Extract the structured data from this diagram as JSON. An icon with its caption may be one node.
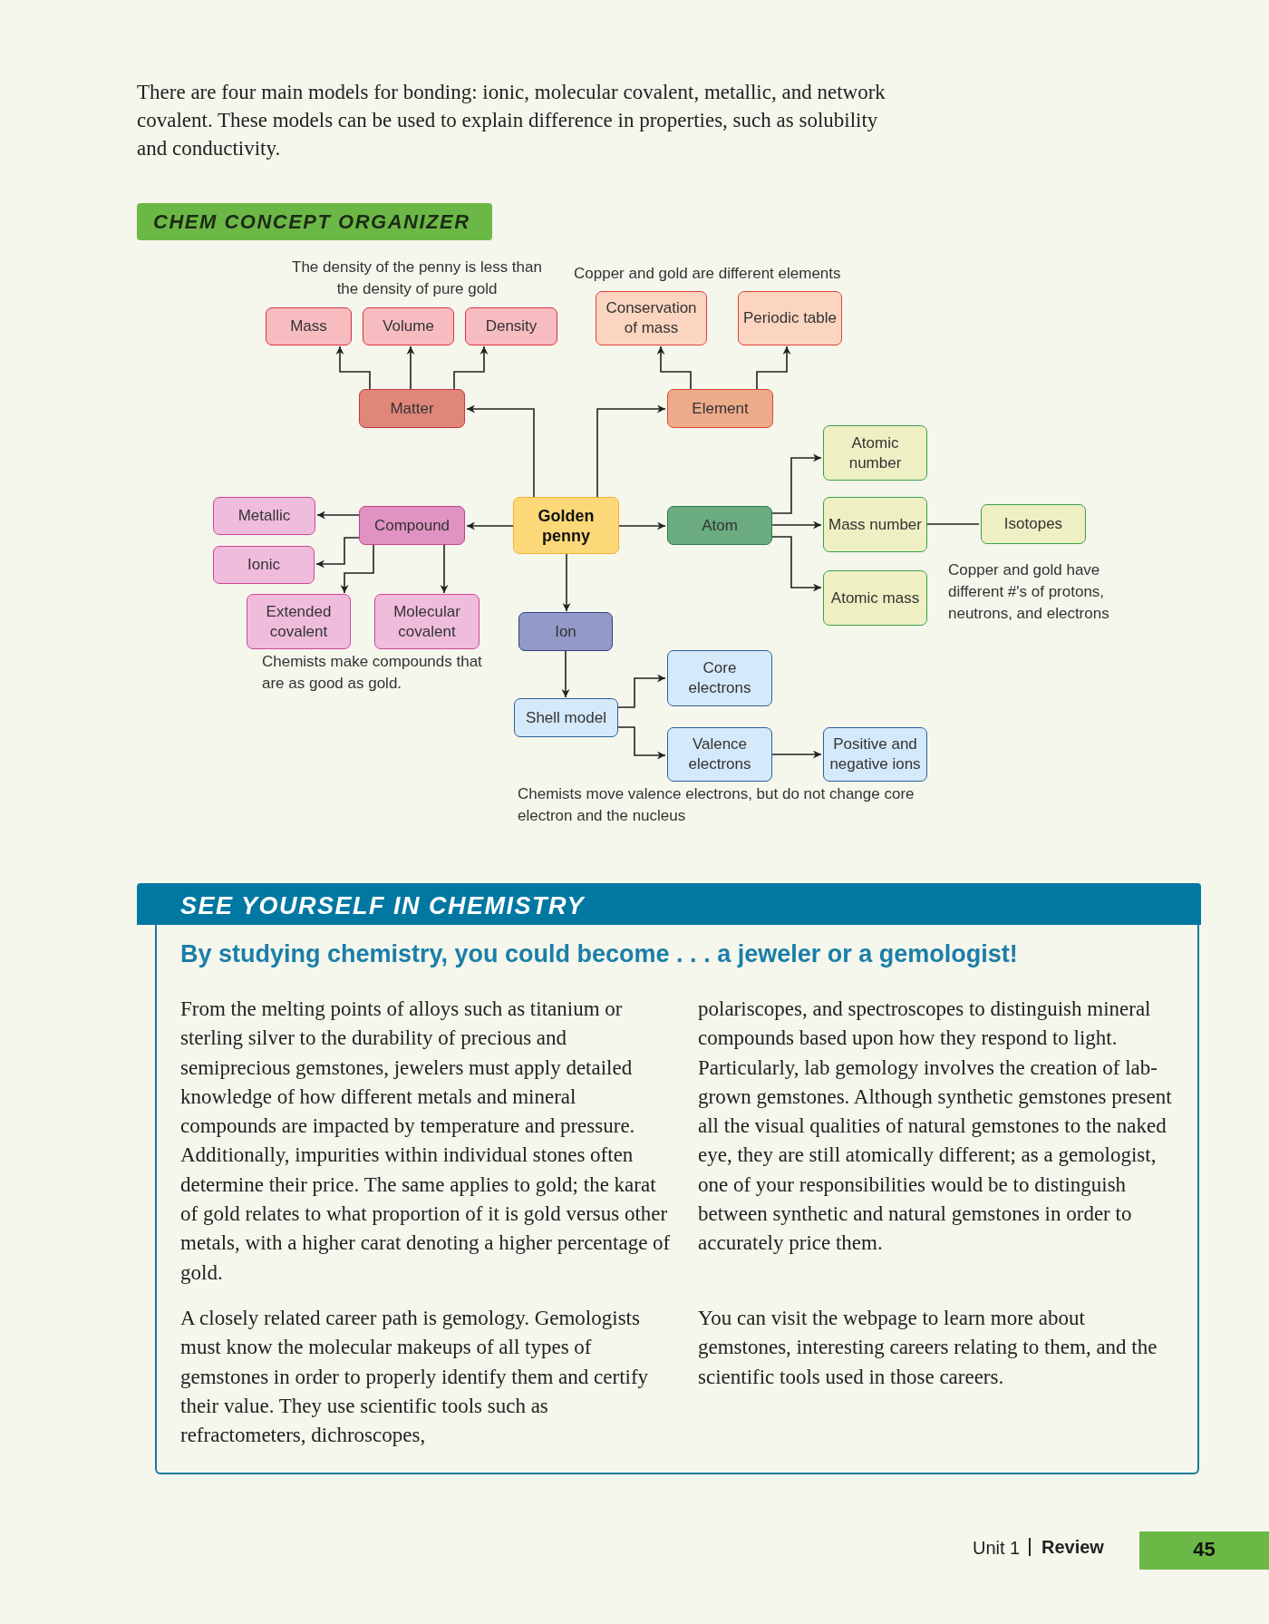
{
  "diagram": {
    "title": "CHEM CONCEPT ORGANIZER",
    "nodes": [
      {
        "text": [
          "Golden penny"
        ]
      },
      {
        "text": [
          "Matter"
        ]
      },
      {
        "text": [
          "Mass"
        ]
      },
      {
        "text": [
          "Volume"
        ]
      },
      {
        "text": [
          "Density"
        ]
      },
      {
        "text": [
          "Element"
        ]
      },
      {
        "text": [
          "Conservation of mass"
        ]
      },
      {
        "text": [
          "Periodic table"
        ]
      },
      {
        "text": [
          "Compound"
        ]
      },
      {
        "text": [
          "Metallic"
        ]
      },
      {
        "text": [
          "Ionic"
        ]
      },
      {
        "text": [
          "Extended covalent"
        ]
      },
      {
        "text": [
          "Molecular covalent"
        ]
      },
      {
        "text": [
          "Atom"
        ]
      },
      {
        "text": [
          "Atomic number"
        ]
      },
      {
        "text": [
          "Mass number"
        ]
      },
      {
        "text": [
          "Isotopes"
        ]
      },
      {
        "text": [
          "Atomic mass"
        ]
      },
      {
        "text": [
          "Ion"
        ]
      },
      {
        "text": [
          "Shell model"
        ]
      },
      {
        "text": [
          "Core electrons"
        ]
      },
      {
        "text": [
          "Valence electrons"
        ]
      },
      {
        "text": [
          "Positive and negative ions"
        ]
      }
    ],
    "edges": [
      {
        "from": 0,
        "to": 1,
        "arrow": "to"
      },
      {
        "from": 0,
        "to": 5,
        "arrow": "to"
      },
      {
        "from": 0,
        "to": 8,
        "arrow": "to"
      },
      {
        "from": 0,
        "to": 13,
        "arrow": "to"
      },
      {
        "from": 0,
        "to": 18,
        "arrow": "to"
      },
      {
        "from": 1,
        "to": 2,
        "arrow": "to"
      },
      {
        "from": 1,
        "to": 3,
        "arrow": "to"
      },
      {
        "from": 1,
        "to": 4,
        "arrow": "to"
      },
      {
        "from": 5,
        "to": 6,
        "arrow": "to"
      },
      {
        "from": 5,
        "to": 7,
        "arrow": "to"
      },
      {
        "from": 8,
        "to": 9,
        "arrow": "to"
      },
      {
        "from": 8,
        "to": 10,
        "arrow": "to"
      },
      {
        "from": 8,
        "to": 11,
        "arrow": "to"
      },
      {
        "from": 8,
        "to": 12,
        "arrow": "to"
      },
      {
        "from": 13,
        "to": 14,
        "arrow": "to"
      },
      {
        "from": 13,
        "to": 15,
        "arrow": "to"
      },
      {
        "from": 15,
        "to": 16,
        "arrow": "none"
      },
      {
        "from": 13,
        "to": 17,
        "arrow": "to"
      },
      {
        "from": 18,
        "to": 19,
        "arrow": "to"
      },
      {
        "from": 19,
        "to": 20,
        "arrow": "to"
      },
      {
        "from": 19,
        "to": 21,
        "arrow": "to"
      },
      {
        "from": 21,
        "to": 22,
        "arrow": "to"
      }
    ],
    "labels": [
      "There are four main models for bonding: ionic, molecular covalent, metallic, and network covalent. These models can be used to explain difference in properties, such as solubility and conductivity.",
      "The density of the penny is less than the density of pure gold",
      "Copper and gold are different elements",
      "Copper and gold have different #'s of protons, neutrons, and electrons",
      "Chemists make compounds that are as good as gold.",
      "Chemists move valence electrons, but do not change core electron and the nucleus",
      "SEE YOURSELF IN CHEMISTRY",
      "By studying chemistry, you could become . . . a jeweler or a gemologist!",
      "From the melting points of alloys such as titanium or sterling silver to the durability of precious and semiprecious gemstones, jewelers must apply detailed knowledge of how different metals and mineral compounds are impacted by temperature and pressure. Additionally, impurities within individual stones often determine their price. The same applies to gold; the karat of gold relates to what proportion of it is gold versus other metals, with a higher carat denoting a higher percentage of gold.",
      "A closely related career path is gemology. Gemologists must know the molecular makeups of all types of gemstones in order to properly identify them and certify their value. They use scientific tools such as refractometers, dichroscopes,",
      "polariscopes, and spectroscopes to distinguish mineral compounds based upon how they respond to light. Particularly, lab gemology involves the creation of lab-grown gemstones. Although synthetic gemstones present all the visual qualities of natural gemstones to the naked eye, they are still atomically different; as a gemologist, one of your responsibilities would be to distinguish between synthetic and natural gemstones in order to accurately price them.",
      "You can visit the webpage to learn more about gemstones, interesting careers relating to them, and the scientific tools used in those careers.",
      "Unit 1",
      "Review",
      "45"
    ]
  }
}
